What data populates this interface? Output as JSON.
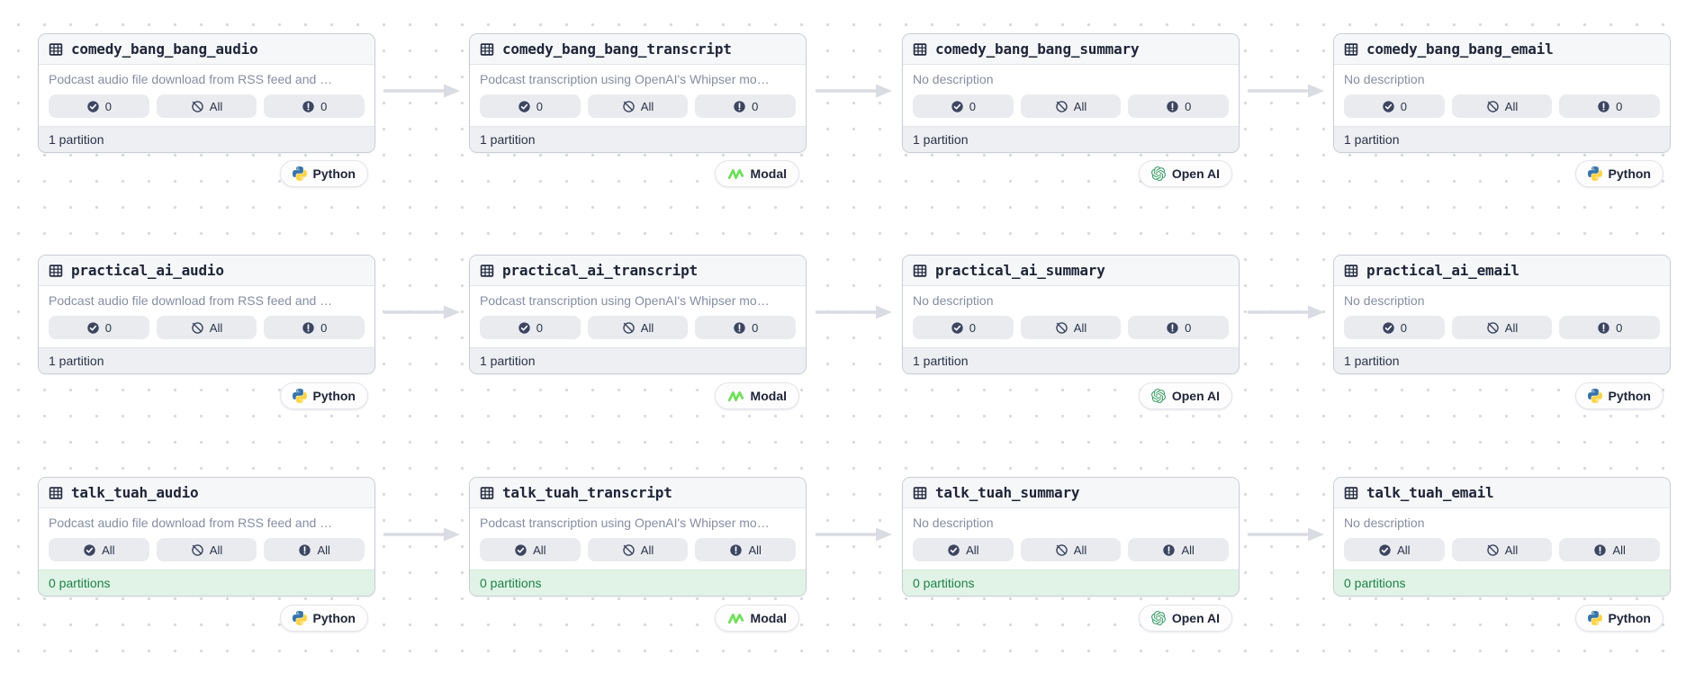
{
  "view": "asset-lineage-graph",
  "colors": {
    "card_border": "#C9CDD7",
    "header_bg": "#F6F7F9",
    "badge_bg": "#E9EBEF",
    "text_dark": "#1F2438",
    "text_muted": "#868DA3",
    "footer_gray_bg": "#EDEFF2",
    "footer_green_bg": "#E1F3E7",
    "footer_green_text": "#1D8148",
    "arrow": "#D9DCE2",
    "python_blue": "#3774A8",
    "python_yellow": "#FFD342",
    "modal_green": "#6FE05A",
    "openai_green": "#3C9D67"
  },
  "icons": {
    "table-icon": "grid table glyph",
    "check-circle-icon": "filled circle with white checkmark",
    "slash-circle-icon": "outlined circle with diagonal slash",
    "exclamation-circle-icon": "filled circle with white exclamation mark",
    "python-icon": "Python two-snake logo",
    "modal-icon": "Modal green zigzag logo",
    "openai-icon": "OpenAI knot logo"
  },
  "rows": [
    {
      "nodes": [
        {
          "title": "comedy_bang_bang_audio",
          "description": "Podcast audio file download from RSS feed and …",
          "badges": {
            "check": "0",
            "slash": "All",
            "alert": "0"
          },
          "footer": "1 partition",
          "kind": "Python"
        },
        {
          "title": "comedy_bang_bang_transcript",
          "description": "Podcast transcription using OpenAI's Whipser mo…",
          "badges": {
            "check": "0",
            "slash": "All",
            "alert": "0"
          },
          "footer": "1 partition",
          "kind": "Modal"
        },
        {
          "title": "comedy_bang_bang_summary",
          "description": "No description",
          "badges": {
            "check": "0",
            "slash": "All",
            "alert": "0"
          },
          "footer": "1 partition",
          "kind": "Open AI"
        },
        {
          "title": "comedy_bang_bang_email",
          "description": "No description",
          "badges": {
            "check": "0",
            "slash": "All",
            "alert": "0"
          },
          "footer": "1 partition",
          "kind": "Python"
        }
      ]
    },
    {
      "nodes": [
        {
          "title": "practical_ai_audio",
          "description": "Podcast audio file download from RSS feed and …",
          "badges": {
            "check": "0",
            "slash": "All",
            "alert": "0"
          },
          "footer": "1 partition",
          "kind": "Python"
        },
        {
          "title": "practical_ai_transcript",
          "description": "Podcast transcription using OpenAI's Whipser mo…",
          "badges": {
            "check": "0",
            "slash": "All",
            "alert": "0"
          },
          "footer": "1 partition",
          "kind": "Modal"
        },
        {
          "title": "practical_ai_summary",
          "description": "No description",
          "badges": {
            "check": "0",
            "slash": "All",
            "alert": "0"
          },
          "footer": "1 partition",
          "kind": "Open AI"
        },
        {
          "title": "practical_ai_email",
          "description": "No description",
          "badges": {
            "check": "0",
            "slash": "All",
            "alert": "0"
          },
          "footer": "1 partition",
          "kind": "Python"
        }
      ]
    },
    {
      "nodes": [
        {
          "title": "talk_tuah_audio",
          "description": "Podcast audio file download from RSS feed and …",
          "badges": {
            "check": "All",
            "slash": "All",
            "alert": "All"
          },
          "footer": "0 partitions",
          "kind": "Python"
        },
        {
          "title": "talk_tuah_transcript",
          "description": "Podcast transcription using OpenAI's Whipser mo…",
          "badges": {
            "check": "All",
            "slash": "All",
            "alert": "All"
          },
          "footer": "0 partitions",
          "kind": "Modal"
        },
        {
          "title": "talk_tuah_summary",
          "description": "No description",
          "badges": {
            "check": "All",
            "slash": "All",
            "alert": "All"
          },
          "footer": "0 partitions",
          "kind": "Open AI"
        },
        {
          "title": "talk_tuah_email",
          "description": "No description",
          "badges": {
            "check": "All",
            "slash": "All",
            "alert": "All"
          },
          "footer": "0 partitions",
          "kind": "Python"
        }
      ]
    }
  ]
}
